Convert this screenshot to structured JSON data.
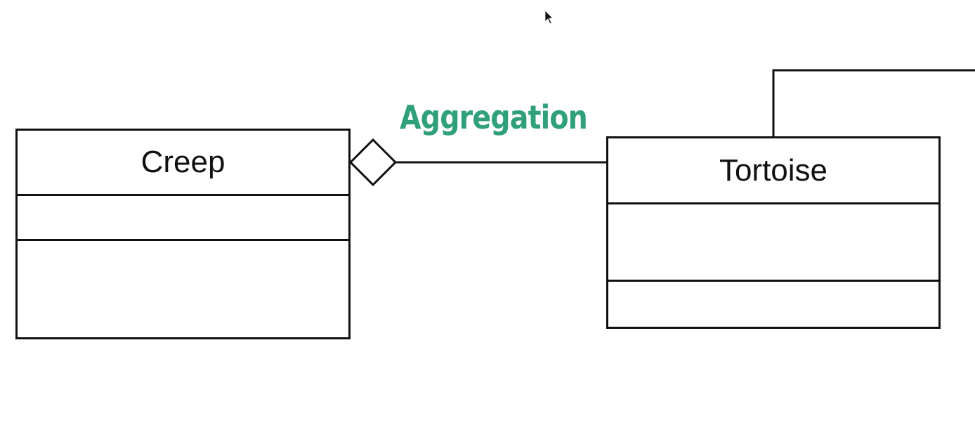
{
  "diagram": {
    "type": "uml-class-diagram",
    "classes": [
      {
        "id": "creep",
        "name": "Creep",
        "attributes": [],
        "operations": []
      },
      {
        "id": "tortoise",
        "name": "Tortoise",
        "attributes": [],
        "operations": []
      }
    ],
    "relationships": [
      {
        "kind": "aggregation",
        "label": "Aggregation",
        "whole": "creep",
        "part": "tortoise"
      }
    ]
  },
  "colors": {
    "label_accent": "#2fa07a",
    "stroke": "#111111",
    "background": "#ffffff"
  },
  "icons": {
    "cursor": "mouse-pointer-icon"
  }
}
